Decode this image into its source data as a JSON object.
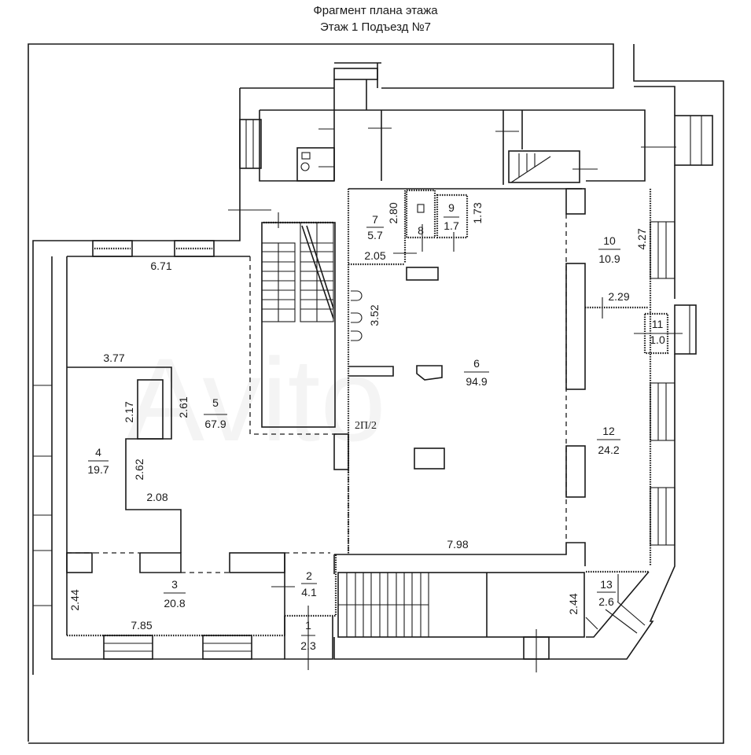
{
  "header": {
    "title": "Фрагмент плана этажа",
    "subtitle": "Этаж 1 Подъезд №7"
  },
  "rooms": [
    {
      "number": "1",
      "area": "2.3"
    },
    {
      "number": "2",
      "area": "4.1"
    },
    {
      "number": "3",
      "area": "20.8"
    },
    {
      "number": "4",
      "area": "19.7"
    },
    {
      "number": "5",
      "area": "67.9"
    },
    {
      "number": "6",
      "area": "94.9"
    },
    {
      "number": "7",
      "area": "5.7"
    },
    {
      "number": "8",
      "area": ""
    },
    {
      "number": "9",
      "area": "1.7"
    },
    {
      "number": "10",
      "area": "10.9"
    },
    {
      "number": "11",
      "area": "1.0"
    },
    {
      "number": "12",
      "area": "24.2"
    },
    {
      "number": "13",
      "area": "2.6"
    }
  ],
  "dimensions": {
    "d671": "6.71",
    "d377": "3.77",
    "d217": "2.17",
    "d261": "2.61",
    "d262": "2.62",
    "d208": "2.08",
    "d244a": "2.44",
    "d785": "7.85",
    "d280": "2.80",
    "d205": "2.05",
    "d173": "1.73",
    "d352": "3.52",
    "d427": "4.27",
    "d229": "2.29",
    "d798": "7.98",
    "d244b": "2.44"
  },
  "annotations": {
    "marker": "2П/2"
  },
  "watermark": "Avito"
}
